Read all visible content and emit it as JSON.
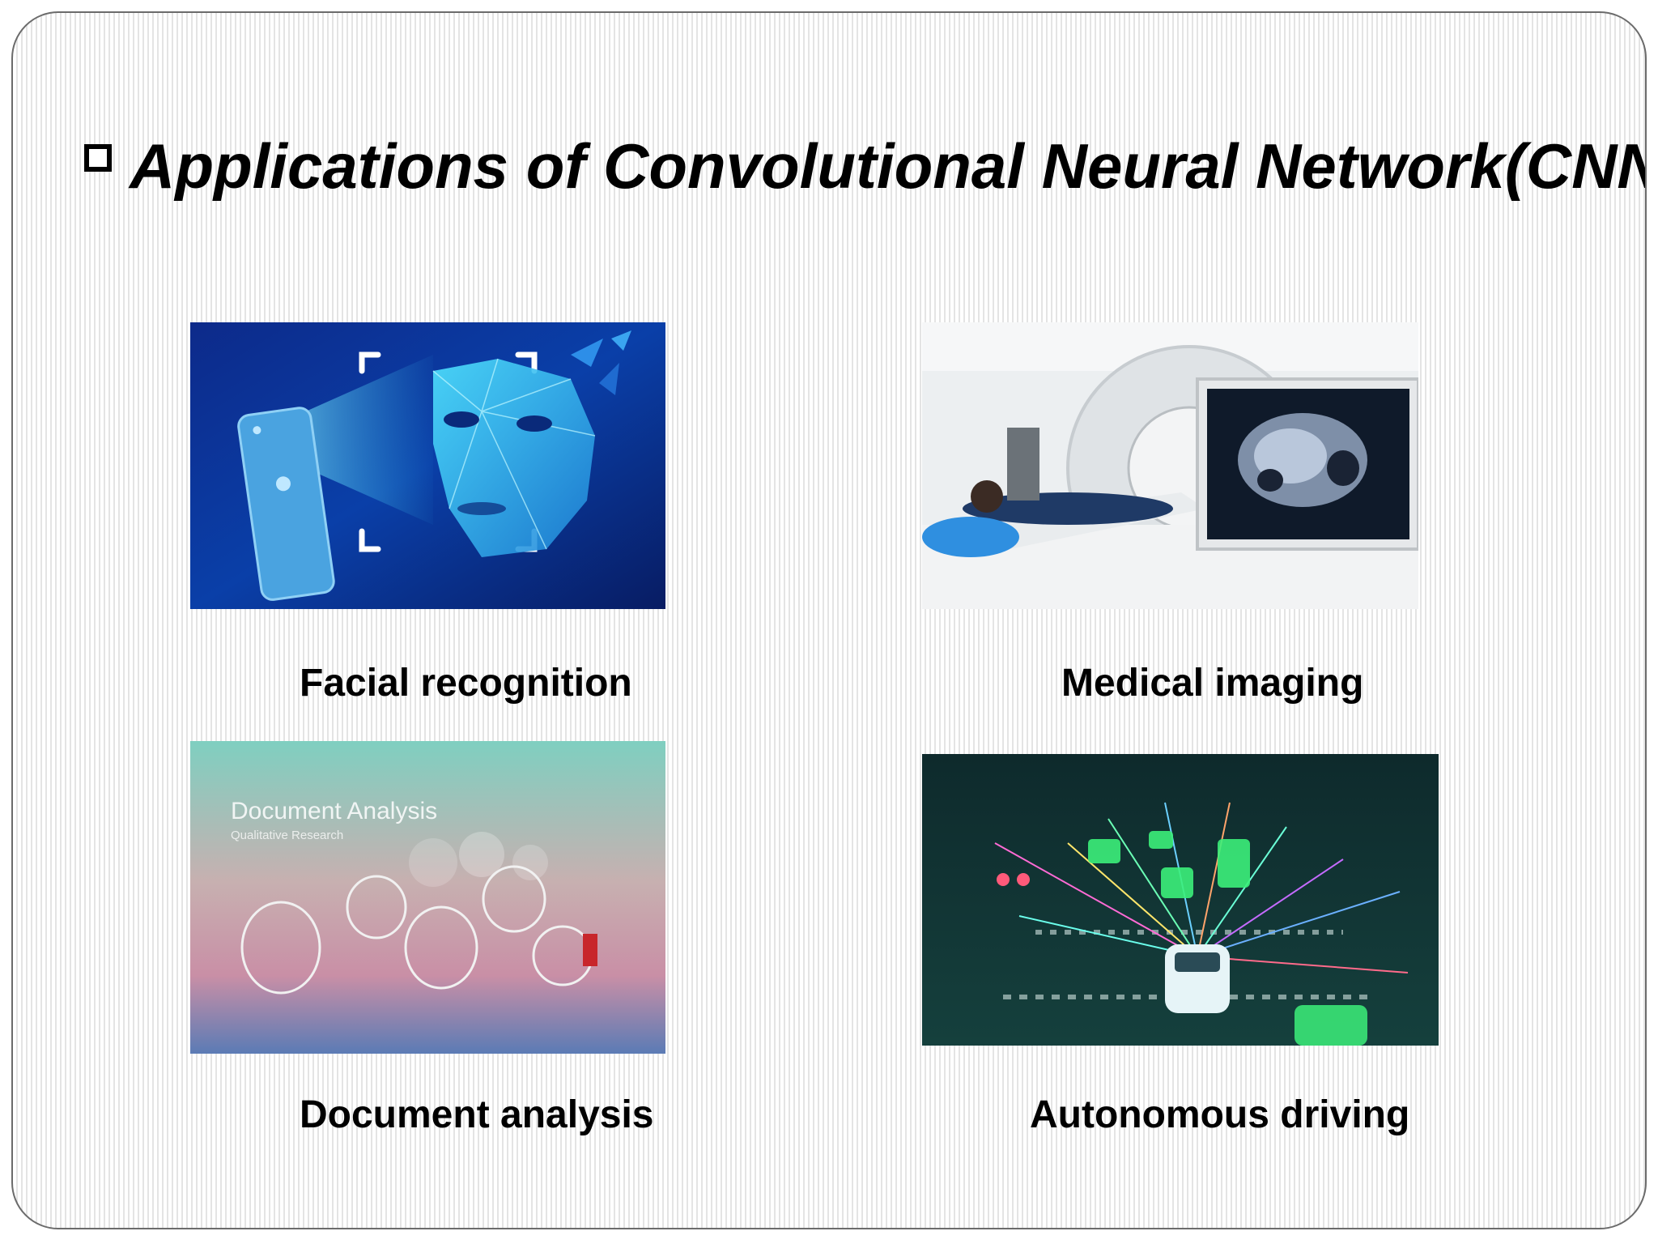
{
  "slide": {
    "title": "Applications of Convolutional Neural Network(CNN",
    "bullet_icon": "hollow-square-bullet"
  },
  "applications": [
    {
      "caption": "Facial recognition",
      "image": "face-scan-illustration"
    },
    {
      "caption": "Medical imaging",
      "image": "ct-scanner-photo"
    },
    {
      "caption": "Document analysis",
      "image": "document-analysis-presentation",
      "image_text": {
        "heading": "Document Analysis",
        "subheading": "Qualitative Research"
      }
    },
    {
      "caption": "Autonomous driving",
      "image": "self-driving-car-sensors"
    }
  ],
  "colors": {
    "border": "#6b6b6b",
    "stripe": "#e4e4e4",
    "text": "#000000"
  }
}
